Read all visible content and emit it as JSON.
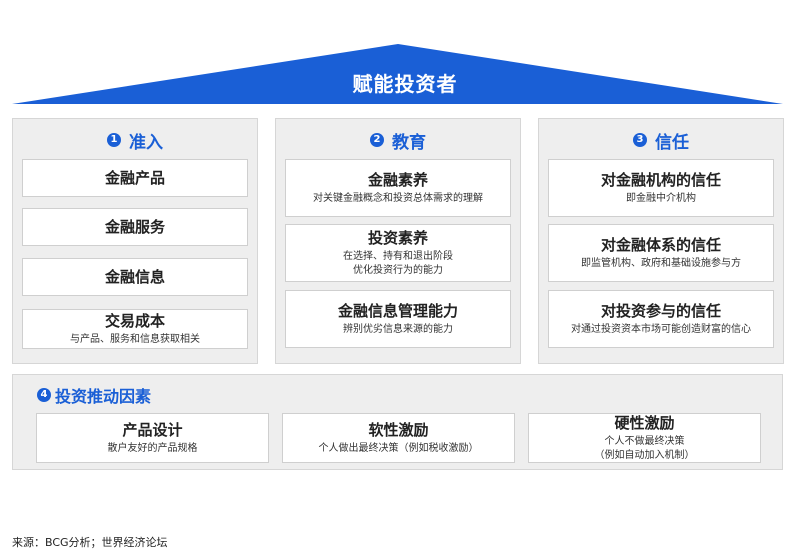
{
  "roof": {
    "title": "赋能投资者",
    "color": "#1a5fd6"
  },
  "pillars": [
    {
      "number": "1",
      "title": "准入",
      "cards": [
        {
          "title": "金融产品",
          "sub": ""
        },
        {
          "title": "金融服务",
          "sub": ""
        },
        {
          "title": "金融信息",
          "sub": ""
        },
        {
          "title": "交易成本",
          "sub": "与产品、服务和信息获取相关"
        }
      ]
    },
    {
      "number": "2",
      "title": "教育",
      "cards": [
        {
          "title": "金融素养",
          "sub": "对关键金融概念和投资总体需求的理解"
        },
        {
          "title": "投资素养",
          "sub": "在选择、持有和退出阶段\n优化投资行为的能力"
        },
        {
          "title": "金融信息管理能力",
          "sub": "辨别优劣信息来源的能力"
        }
      ]
    },
    {
      "number": "3",
      "title": "信任",
      "cards": [
        {
          "title": "对金融机构的信任",
          "sub": "即金融中介机构"
        },
        {
          "title": "对金融体系的信任",
          "sub": "即监管机构、政府和基础设施参与方"
        },
        {
          "title": "对投资参与的信任",
          "sub": "对通过投资资本市场可能创造财富的信心"
        }
      ]
    }
  ],
  "drivers": {
    "number": "4",
    "title": "投资推动因素",
    "cards": [
      {
        "title": "产品设计",
        "sub": "散户友好的产品规格"
      },
      {
        "title": "软性激励",
        "sub": "个人做出最终决策（例如税收激励）"
      },
      {
        "title": "硬性激励",
        "sub": "个人不做最终决策\n（例如自动加入机制）"
      }
    ]
  },
  "source": "来源：BCG分析；世界经济论坛"
}
